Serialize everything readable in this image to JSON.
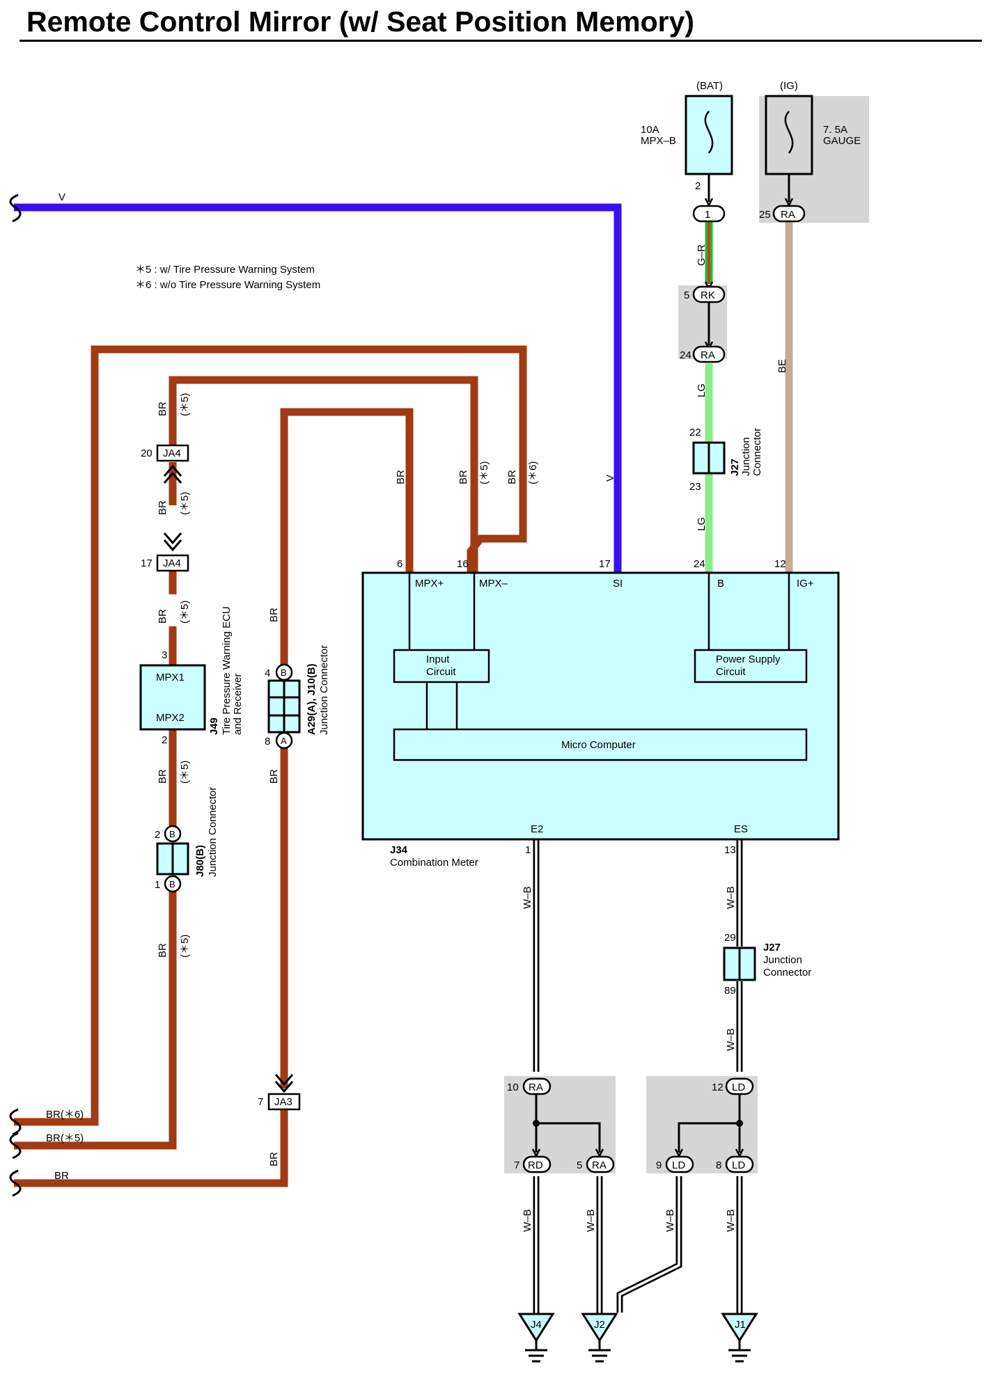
{
  "title": "Remote Control Mirror (w/ Seat Position Memory)",
  "notes": {
    "n5": "＊5 : w/ Tire Pressure Warning System",
    "n6": "＊6 : w/o Tire Pressure Warning System"
  },
  "colors": {
    "wire_br": "#a23a12",
    "wire_v": "#3a10ee",
    "wire_lg": "#88ee88",
    "wire_be": "#c4ab94",
    "wire_gr_green": "#22bb22",
    "wire_gr_red": "#ee2222",
    "component_fill": "#ccffff",
    "shade": "#d6d6d6"
  },
  "power": {
    "bat_label": "(BAT)",
    "ig_label": "(IG)",
    "fuse_bat_amp": "10A",
    "fuse_bat_name": "MPX–B",
    "fuse_ig_amp": "7. 5A",
    "fuse_ig_name": "GAUGE"
  },
  "terminals": {
    "f_bat_pin": "2",
    "bat_conn_pin": "1",
    "ig_conn_pin": "25",
    "ig_conn": "RA",
    "rk_pin": "5",
    "rk": "RK",
    "ra24_pin": "24",
    "ra24": "RA",
    "j27_top_pin": "22",
    "j27_bot_pin": "23",
    "ja4_top_pin": "20",
    "ja4_top": "JA4",
    "ja4_bot_pin": "17",
    "ja4_bot": "JA4",
    "ja3_pin": "7",
    "ja3": "JA3",
    "j49_in_pin": "3",
    "j49_out_pin": "2",
    "j80_top_pin": "2",
    "j80_bot_pin": "1",
    "j80_letter": "B",
    "a29_top_pin": "4",
    "a29_top_letter": "B",
    "a29_bot_pin": "8",
    "a29_bot_letter": "A",
    "j27b_top_pin": "29",
    "j27b_bot_pin": "89",
    "ra10_pin": "10",
    "ra10": "RA",
    "rd7_pin": "7",
    "rd7": "RD",
    "ra5_pin": "5",
    "ra5": "RA",
    "ld12_pin": "12",
    "ld12": "LD",
    "ld9_pin": "9",
    "ld9": "LD",
    "ld8_pin": "8",
    "ld8": "LD"
  },
  "wires": {
    "v": "V",
    "gr": "G–R",
    "lg": "LG",
    "be": "BE",
    "br": "BR",
    "star5": "(＊5)",
    "star6": "(＊6)",
    "wb": "W–B",
    "left_br6": "BR(＊6)",
    "left_br5": "BR(＊5)",
    "left_br": "BR"
  },
  "components": {
    "j27_code": "J27",
    "j27_name1": "Junction",
    "j27_name2": "Connector",
    "j49_code": "J49",
    "j49_name1": "Tire Pressure Warning ECU",
    "j49_name2": "and Receiver",
    "j49_mpx1": "MPX1",
    "j49_mpx2": "MPX2",
    "j80_code": "J80(B)",
    "j80_name": "Junction Connector",
    "a29_code": "A29(A), J10(B)",
    "a29_name": "Junction Connector",
    "j27b_code": "J27",
    "j27b_name1": "Junction",
    "j27b_name2": "Connector"
  },
  "meter": {
    "code": "J34",
    "name": "Combination Meter",
    "pin_mpxp": "6",
    "pin_mpxm": "16",
    "pin_si": "17",
    "pin_b": "24",
    "pin_ig": "12",
    "pin_e2": "1",
    "pin_es": "13",
    "t_mpxp": "MPX+",
    "t_mpxm": "MPX–",
    "t_si": "SI",
    "t_b": "B",
    "t_ig": "IG+",
    "t_e2": "E2",
    "t_es": "ES",
    "input_1": "Input",
    "input_2": "Circuit",
    "power_1": "Power Supply",
    "power_2": "Circuit",
    "micro": "Micro Computer"
  },
  "grounds": {
    "j4": "J4",
    "j2": "J2",
    "j1": "J1"
  }
}
